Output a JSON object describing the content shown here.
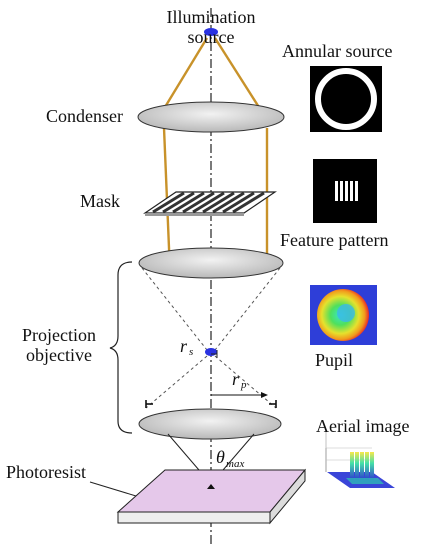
{
  "labels": {
    "illumination_source": [
      "Illumination",
      "source"
    ],
    "condenser": "Condenser",
    "mask": "Mask",
    "projection_objective": [
      "Projection",
      "objective"
    ],
    "photoresist": "Photoresist",
    "annular_source": "Annular source",
    "feature_pattern": "Feature pattern",
    "pupil": "Pupil",
    "aerial_image": "Aerial image"
  },
  "symbols": {
    "r_s": {
      "base": "r",
      "sub": "s"
    },
    "r_p": {
      "base": "r",
      "sub": "p"
    },
    "theta_max": {
      "base": "θ",
      "sub": "max"
    }
  },
  "colors": {
    "light_beam": "#c8922a",
    "lens_fill": "#c7c7c7",
    "photoresist": "#e5c8ea",
    "source_dot": "#2a32e0"
  }
}
